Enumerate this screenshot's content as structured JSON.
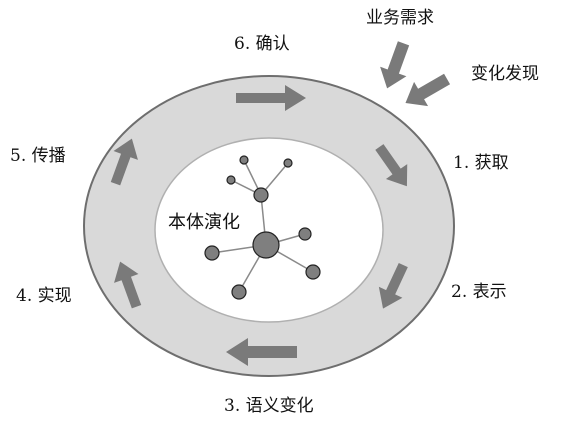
{
  "stages": {
    "acquire": "1. 获取",
    "represent": "2. 表示",
    "semantic_change": "3. 语义变化",
    "implement": "4. 实现",
    "propagate": "5. 传播",
    "confirm": "6. 确认"
  },
  "center_label": "本体演化",
  "triggers": {
    "business_requirement": "业务需求",
    "change_discovery": "变化发现"
  },
  "colors": {
    "ring_fill": "#d9d9d9",
    "ring_stroke": "#6e6e6e",
    "inner_fill": "#ffffff",
    "inner_stroke": "#b0b0b0",
    "arrow_fill": "#7a7a7a",
    "node_fill": "#7f7f7f",
    "node_stroke": "#222222",
    "edge_color": "#8a8a8a"
  },
  "icons": {
    "cycle_arrows": "arrow-icon",
    "network": "network-icon"
  }
}
